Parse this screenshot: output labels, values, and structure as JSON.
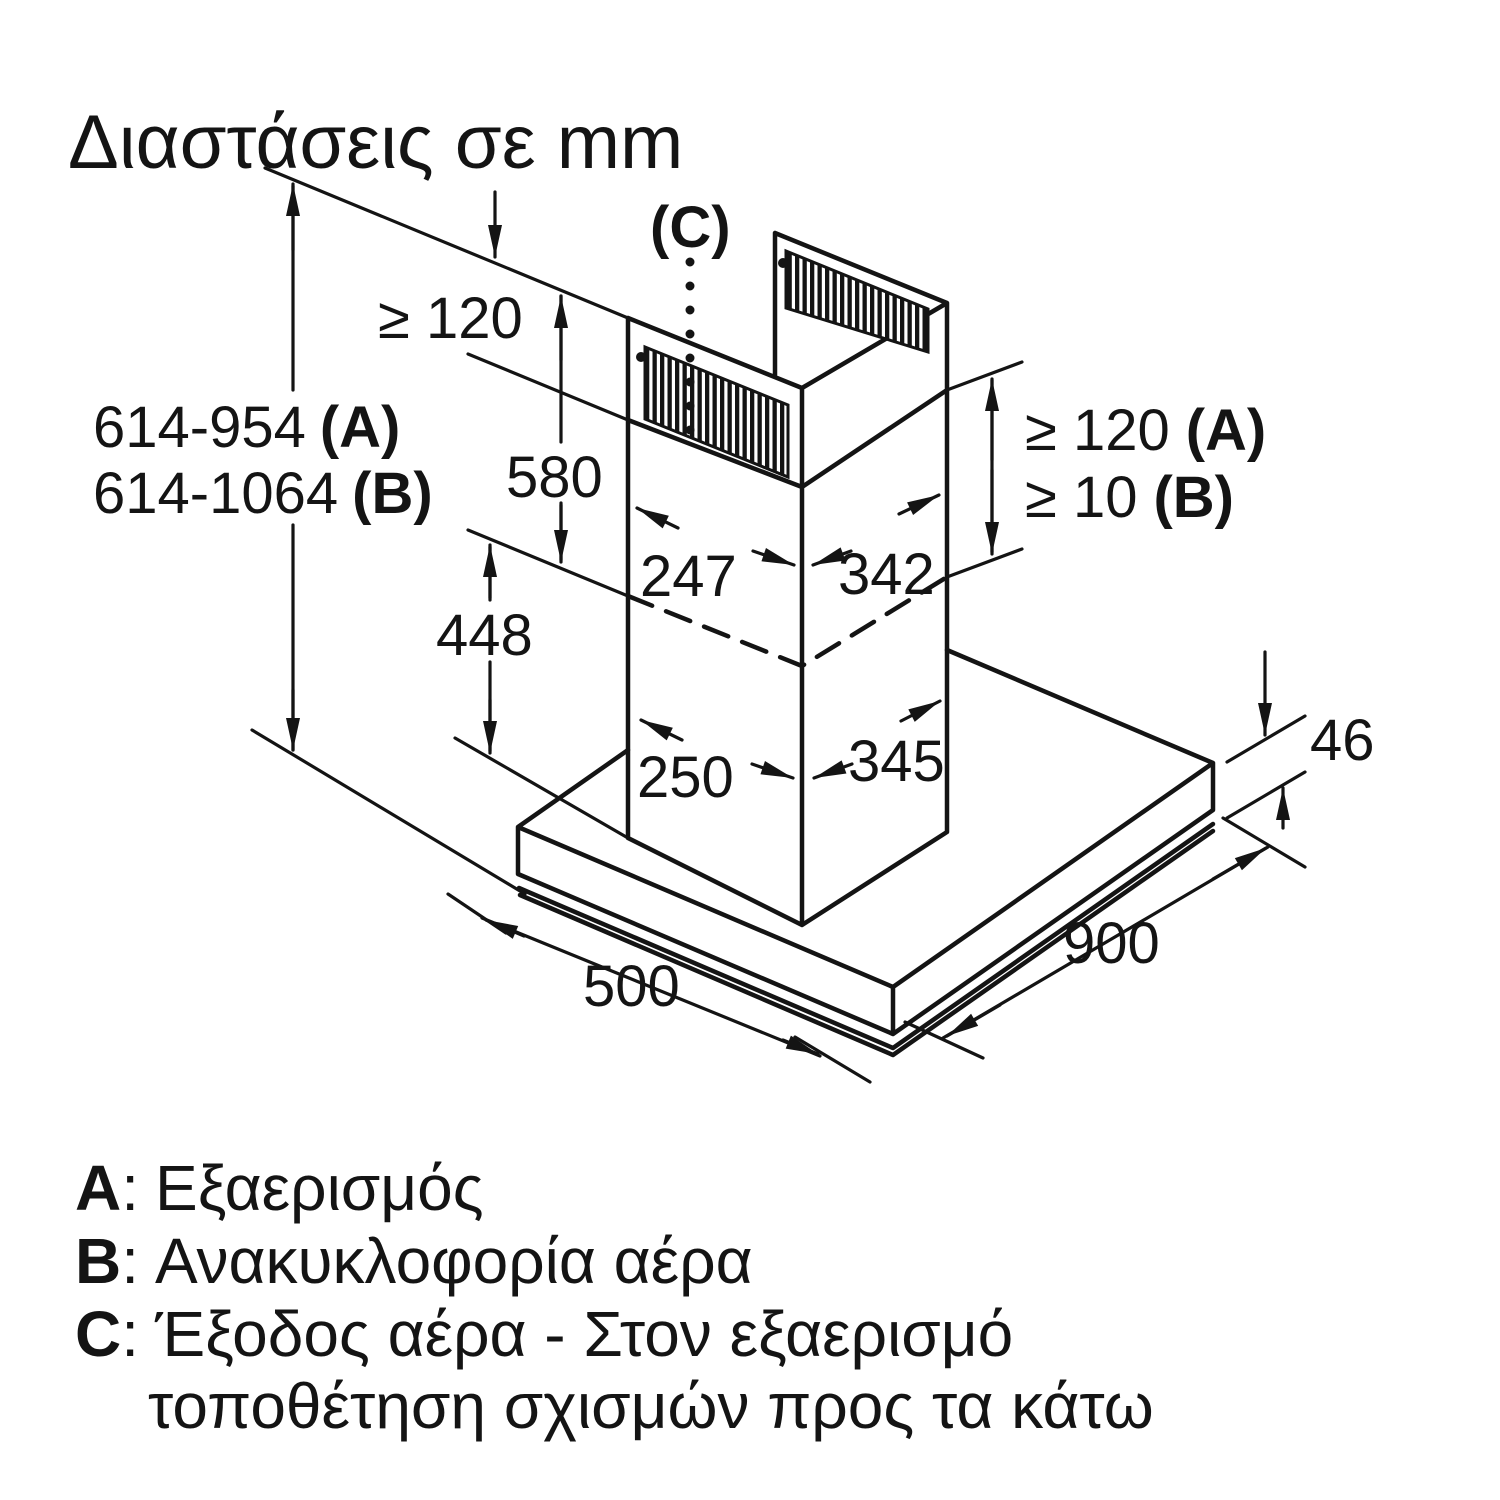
{
  "title": "Διαστάσεις σε mm",
  "dimensions": {
    "total_height_a": "614-954",
    "total_height_a_mode": "(A)",
    "total_height_b": "614-1064",
    "total_height_b_mode": "(B)",
    "ceiling_clearance_min": "≥ 120",
    "upper_chimney_height": "580",
    "lower_chimney_height": "448",
    "chimney_top_depth": "247",
    "chimney_top_width": "342",
    "chimney_bottom_depth": "250",
    "chimney_bottom_width": "345",
    "overlap_min_a": "≥ 120",
    "overlap_min_a_mode": "(A)",
    "overlap_min_b": "≥ 10",
    "overlap_min_b_mode": "(B)",
    "canopy_height": "46",
    "canopy_width": "900",
    "canopy_depth": "500",
    "air_outlet_label": "(C)"
  },
  "legend": {
    "items": [
      {
        "key": "A",
        "sep": ":",
        "text": "Εξαερισμός"
      },
      {
        "key": "B",
        "sep": ":",
        "text": "Ανακυκλοφορία αέρα"
      },
      {
        "key": "C",
        "sep": ":",
        "text": "Έξοδος αέρα - Στον εξαερισμό",
        "text2": "τοποθέτηση σχισμών προς τα κάτω"
      }
    ]
  },
  "colors": {
    "line": "#141414",
    "background": "#ffffff"
  }
}
